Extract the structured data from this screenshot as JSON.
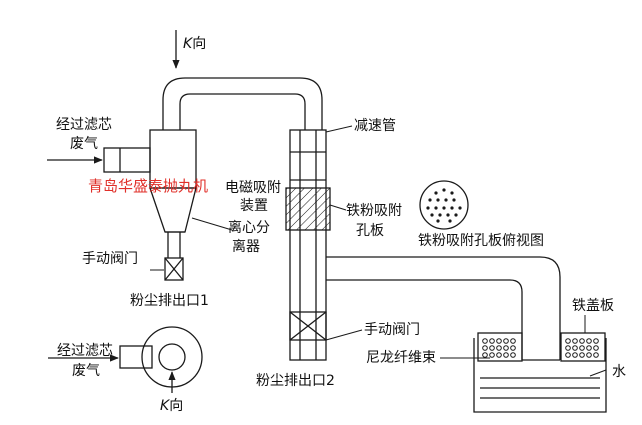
{
  "labels": {
    "k_top_letter": "K",
    "k_top_suffix": "向",
    "k_bottom_letter": "K",
    "k_bottom_suffix": "向",
    "filtered_gas_top_1": "经过滤芯",
    "filtered_gas_top_2": "废气",
    "filtered_gas_bottom_1": "经过滤芯",
    "filtered_gas_bottom_2": "废气",
    "decel_pipe": "减速管",
    "em_device_1": "电磁吸附",
    "em_device_2": "装置",
    "iron_plate_1": "铁粉吸附",
    "iron_plate_2": "孔板",
    "plate_top_view": "铁粉吸附孔板俯视图",
    "cyclone_1": "离心分",
    "cyclone_2": "离器",
    "valve_left": "手动阀门",
    "dust_outlet_1": "粉尘排出口1",
    "valve_right": "手动阀门",
    "nylon_bundle": "尼龙纤维束",
    "dust_outlet_2": "粉尘排出口2",
    "iron_cover": "铁盖板",
    "water": "水"
  },
  "watermark": "青岛华盛泰抛丸机",
  "colors": {
    "line": "#1a1a1a",
    "watermark": "#e0302a"
  }
}
